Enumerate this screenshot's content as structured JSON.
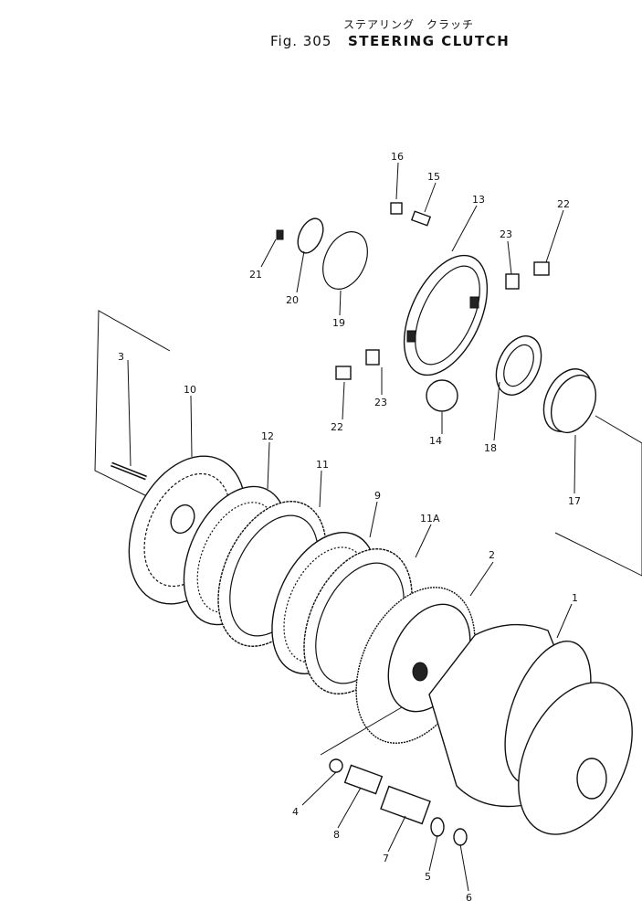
{
  "header": {
    "title_jp": "ステアリング　クラッチ",
    "fig_label": "Fig. 305",
    "title_en": "STEERING  CLUTCH"
  },
  "callouts": [
    "1",
    "2",
    "3",
    "4",
    "5",
    "6",
    "7",
    "8",
    "9",
    "10",
    "11",
    "11A",
    "12",
    "13",
    "14",
    "15",
    "16",
    "17",
    "18",
    "19",
    "20",
    "21",
    "22",
    "22",
    "23",
    "23"
  ]
}
